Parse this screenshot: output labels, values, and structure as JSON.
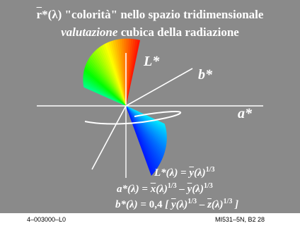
{
  "title": {
    "line1_prefix": "r",
    "line1_text": "*(λ) \"colorità\" nello spazio tridimensionale",
    "line2_italic": "valutazione",
    "line2_text": " cubica della radiazione"
  },
  "axes": {
    "L": "L*",
    "a": "a*",
    "b": "b*"
  },
  "equations": {
    "L": {
      "lhs": "L*(λ) = ",
      "f1": "y",
      "arg1": "(λ)",
      "exp": "1/3"
    },
    "a": {
      "lhs": "a*(λ) = ",
      "f1": "x",
      "arg1": "(λ)",
      "exp1": "1/3",
      "minus": " – ",
      "f2": "y",
      "arg2": "(λ)",
      "exp2": "1/3"
    },
    "b": {
      "lhs": "b*(λ) = ",
      "coef": "0,4",
      "open": " [ ",
      "f1": "y",
      "arg1": "(λ)",
      "exp1": "1/3",
      "minus": " – ",
      "f2": "z",
      "arg2": "(λ)",
      "exp2": "1/3",
      "close": " ]"
    }
  },
  "footer": {
    "left": "4–003000–L0",
    "right": "MI531–5N, B2  28"
  },
  "colors": {
    "background": "#8a8a8a",
    "text": "#ffffff",
    "axis": "#ffffff"
  }
}
